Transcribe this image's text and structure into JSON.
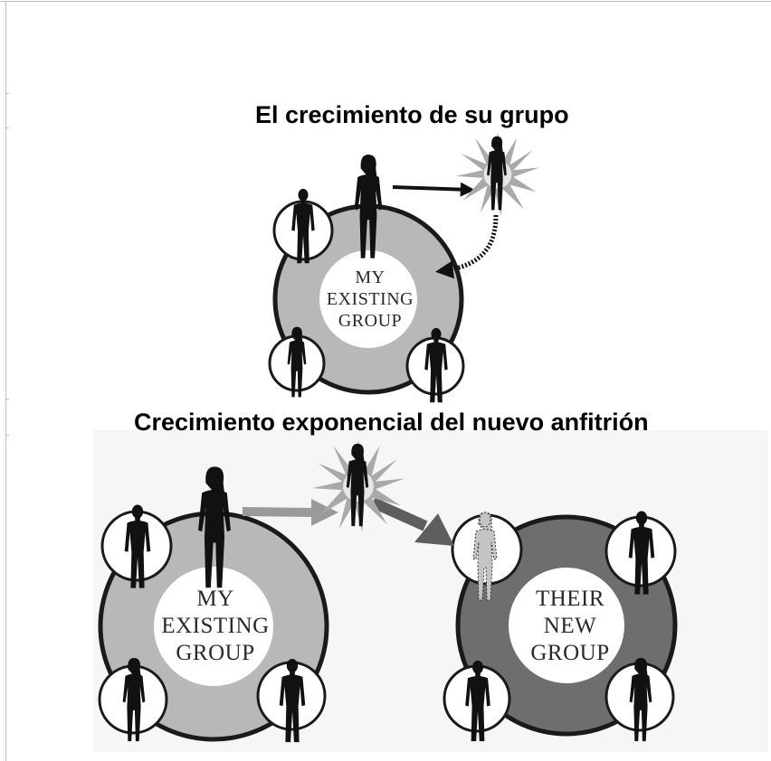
{
  "diagram_top": {
    "title": "El crecimiento de su grupo",
    "group": {
      "label_lines": [
        "MY",
        "EXISTING",
        "GROUP"
      ]
    }
  },
  "diagram_bottom": {
    "title": "Crecimiento exponencial del nuevo anfitrión",
    "existing_group": {
      "label_lines": [
        "MY",
        "EXISTING",
        "GROUP"
      ]
    },
    "new_group": {
      "label_lines": [
        "THEIR",
        "NEW",
        "GROUP"
      ]
    }
  },
  "colors": {
    "existing_ring": "#b8b8b8",
    "new_ring": "#6e6e6e",
    "figure": "#111111",
    "ghost_figure": "#c4c4c4"
  },
  "icons": [
    "person-silhouette-icon",
    "starburst-icon",
    "arrow-icon"
  ]
}
